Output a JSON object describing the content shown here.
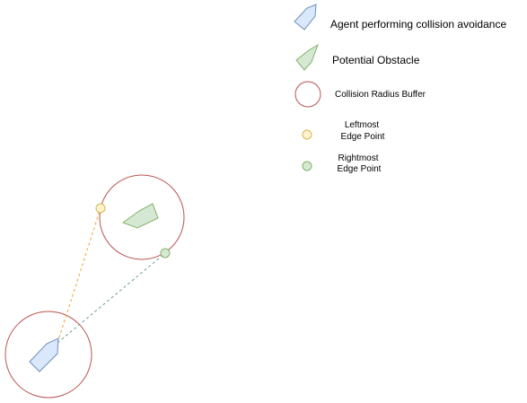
{
  "colors": {
    "agent_fill": "#dae8fc",
    "agent_stroke": "#6c8ebf",
    "obstacle_fill": "#d5e8d4",
    "obstacle_stroke": "#82b366",
    "buffer_stroke": "#b85450",
    "leftmost_fill": "#fff2cc",
    "leftmost_stroke": "#d6b656",
    "rightmost_fill": "#d5e8d4",
    "rightmost_stroke": "#82b366",
    "left_ray": "#f0a030",
    "right_ray": "#6a9a9a"
  },
  "legend": {
    "agent": "Agent performing collision avoidance",
    "obstacle": "Potential Obstacle",
    "buffer": "Collision Radius Buffer",
    "leftmost_line1": "Leftmost",
    "leftmost_line2": "Edge Point",
    "rightmost_line1": "Rightmost",
    "rightmost_line2": "Edge Point"
  }
}
